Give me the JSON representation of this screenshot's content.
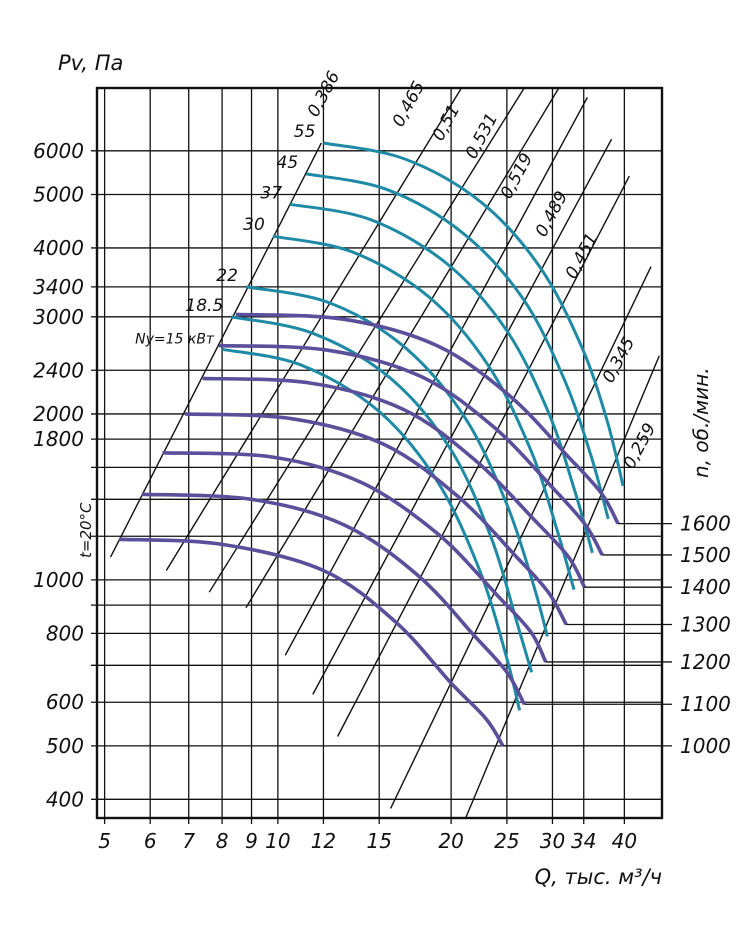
{
  "chart_data": {
    "type": "line",
    "title": "",
    "xlabel": "Q, тыс. м³/ч",
    "ylabel": "Pv, Па",
    "y2label": "n, об./мин.",
    "side_note": "t=20°C",
    "x_scale": "log",
    "y_scale": "log",
    "xlim": [
      4.85,
      46.5
    ],
    "ylim": [
      370,
      7800
    ],
    "x_ticks": [
      5,
      6,
      7,
      8,
      9,
      10,
      12,
      15,
      20,
      25,
      30,
      34,
      40
    ],
    "y_ticks": [
      400,
      500,
      600,
      800,
      1000,
      1800,
      2000,
      2400,
      3000,
      3400,
      4000,
      5000,
      6000
    ],
    "x_tick_labels": [
      "5",
      "6",
      "7",
      "8",
      "9",
      "10",
      "12",
      "15",
      "20",
      "25",
      "30",
      "34",
      "40"
    ],
    "y_tick_labels": [
      "400",
      "500",
      "600",
      "800",
      "1000",
      "1800",
      "2000",
      "2400",
      "3000",
      "3400",
      "4000",
      "5000",
      "6000"
    ],
    "efficiency_labels": [
      "0,386",
      "0,465",
      "0,51",
      "0,531",
      "0,519",
      "0,489",
      "0,451",
      "0,345",
      "0,259"
    ],
    "colors": {
      "speed_curves": "#5a4f9a",
      "power_curves": "#1f8aa6",
      "grid": "#111111"
    },
    "speed_curves": [
      {
        "rpm": "1000",
        "rpm_value": 1000,
        "x": [
          5.3,
          8,
          12,
          16,
          20,
          23,
          24.6
        ],
        "y": [
          1185,
          1160,
          1040,
          840,
          650,
          560,
          500
        ]
      },
      {
        "rpm": "1100",
        "rpm_value": 1100,
        "x": [
          5.8,
          9,
          13,
          17.5,
          22,
          25,
          26.8
        ],
        "y": [
          1430,
          1400,
          1260,
          1020,
          790,
          680,
          595
        ]
      },
      {
        "rpm": "1200",
        "rpm_value": 1200,
        "x": [
          6.3,
          9.8,
          14,
          19,
          24,
          27.5,
          29.2
        ],
        "y": [
          1700,
          1670,
          1500,
          1210,
          940,
          805,
          710
        ]
      },
      {
        "rpm": "1300",
        "rpm_value": 1300,
        "x": [
          6.9,
          10.6,
          15.3,
          20.5,
          26,
          29.5,
          31.7
        ],
        "y": [
          2000,
          1960,
          1760,
          1420,
          1100,
          950,
          830
        ]
      },
      {
        "rpm": "1400",
        "rpm_value": 1400,
        "x": [
          7.4,
          11.4,
          16.5,
          22,
          28,
          32,
          34.1
        ],
        "y": [
          2320,
          2275,
          2040,
          1650,
          1280,
          1100,
          970
        ]
      },
      {
        "rpm": "1500",
        "rpm_value": 1500,
        "x": [
          7.9,
          12.2,
          17.7,
          23.7,
          30,
          34.2,
          36.6
        ],
        "y": [
          2660,
          2610,
          2340,
          1895,
          1470,
          1260,
          1110
        ]
      },
      {
        "rpm": "1600",
        "rpm_value": 1600,
        "x": [
          8.45,
          13,
          18.9,
          25.3,
          32,
          36.5,
          39
        ],
        "y": [
          3030,
          2970,
          2660,
          2155,
          1670,
          1435,
          1265
        ]
      }
    ],
    "power_curves": [
      {
        "label": "Ny=15 кВт",
        "value": 15,
        "x": [
          8,
          11,
          15,
          19,
          22.5,
          25,
          26.3
        ],
        "y": [
          2620,
          2450,
          2020,
          1500,
          1030,
          720,
          580
        ]
      },
      {
        "label": "18.5",
        "value": 18.5,
        "x": [
          8.3,
          11.5,
          15.7,
          20,
          23.5,
          26,
          27.6
        ],
        "y": [
          3000,
          2800,
          2320,
          1720,
          1190,
          840,
          680
        ]
      },
      {
        "label": "22",
        "value": 22,
        "x": [
          8.8,
          12.3,
          16.7,
          21.2,
          25,
          27.8,
          29.4
        ],
        "y": [
          3400,
          3180,
          2630,
          1960,
          1370,
          980,
          790
        ]
      },
      {
        "label": "30",
        "value": 30,
        "x": [
          9.8,
          13.5,
          18.3,
          23.2,
          27.5,
          30.5,
          32.7
        ],
        "y": [
          4200,
          3930,
          3260,
          2450,
          1720,
          1240,
          960
        ]
      },
      {
        "label": "37",
        "value": 37,
        "x": [
          10.5,
          14.5,
          19.7,
          25,
          29.6,
          32.8,
          35.2
        ],
        "y": [
          4800,
          4500,
          3740,
          2830,
          2000,
          1450,
          1120
        ]
      },
      {
        "label": "45",
        "value": 45,
        "x": [
          11.2,
          15.5,
          21,
          26.7,
          31.5,
          35,
          37.5
        ],
        "y": [
          5450,
          5100,
          4250,
          3230,
          2300,
          1680,
          1290
        ]
      },
      {
        "label": "55",
        "value": 55,
        "x": [
          12,
          16.6,
          22.5,
          28.5,
          33.7,
          37.3,
          39.8
        ],
        "y": [
          6200,
          5800,
          4850,
          3700,
          2650,
          1950,
          1480
        ]
      }
    ]
  }
}
